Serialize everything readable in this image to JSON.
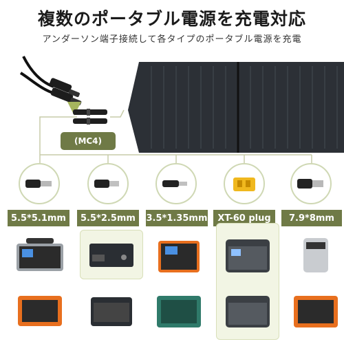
{
  "header": {
    "title": "複数のポータブル電源を充電対応",
    "subtitle": "アンダーソン端子接続して各タイプのポータブル電源を充電"
  },
  "connector": {
    "label": "(MC4)"
  },
  "sizes": [
    {
      "label": "5.5*5.1mm"
    },
    {
      "label": "5.5*2.5mm"
    },
    {
      "label": "3.5*1.35mm"
    },
    {
      "label": "XT-60 plug"
    },
    {
      "label": "7.9*8mm"
    }
  ],
  "colors": {
    "accent": "#6f7a46",
    "highlight": "#f2f5e4",
    "panel": "#2c3036"
  },
  "icons": [
    "mc4-cable-icon",
    "solar-panel-icon",
    "dc-plug-icon",
    "xt60-plug-icon",
    "power-station-icon"
  ]
}
